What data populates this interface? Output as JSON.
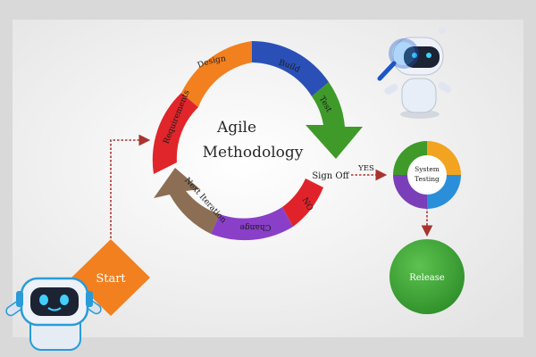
{
  "center": {
    "line1": "Agile",
    "line2": "Methodology"
  },
  "cycle": {
    "segments": [
      {
        "label": "Design",
        "color": "#f2801f"
      },
      {
        "label": "Build",
        "color": "#2a50b8"
      },
      {
        "label": "Test",
        "color": "#3f9a2a"
      },
      {
        "label": "NO",
        "color": "#e0232a"
      },
      {
        "label": "Change",
        "color": "#8a3fc8"
      },
      {
        "label": "Next Iteration",
        "color": "#8c6e54"
      },
      {
        "label": "Requirements",
        "color": "#e0262a"
      }
    ]
  },
  "start": {
    "label": "Start",
    "color": "#f2801f"
  },
  "signoff": {
    "label": "Sign Off",
    "yes": "YES"
  },
  "system_testing": {
    "line1": "System",
    "line2": "Testing",
    "colors": [
      "#3f9a2a",
      "#f2a31f",
      "#2a8fd8",
      "#7a3fb8"
    ]
  },
  "release": {
    "label": "Release",
    "color": "#43ad3b"
  },
  "colors": {
    "background": "#d9d9d9",
    "panel": "#f1f1f1",
    "arrow": "#a8332f"
  },
  "icons": [
    "robot-search-icon",
    "robot-mascot-icon"
  ]
}
